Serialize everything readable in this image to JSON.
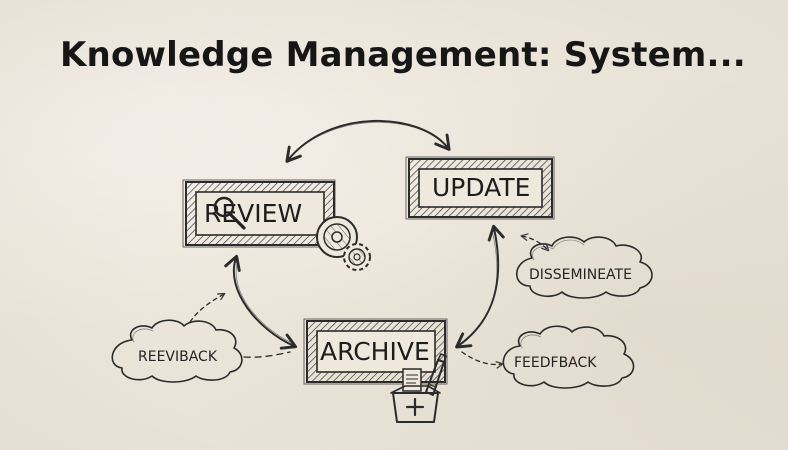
{
  "title": "Knowledge Management: System...",
  "nodes": {
    "review": "REVIEW",
    "update": "UPDATE",
    "archive": "ARCHIVE"
  },
  "clouds": {
    "disseminate": "DISSEMINEATE",
    "feedback": "FEEDFBACK",
    "reeviback": "REEVIBACK"
  },
  "icons": [
    "magnifier-icon",
    "gear-icon",
    "pencil-icon",
    "archive-box-icon"
  ],
  "colors": {
    "paper": "#efe8dc",
    "ink": "#2b2b2b"
  }
}
